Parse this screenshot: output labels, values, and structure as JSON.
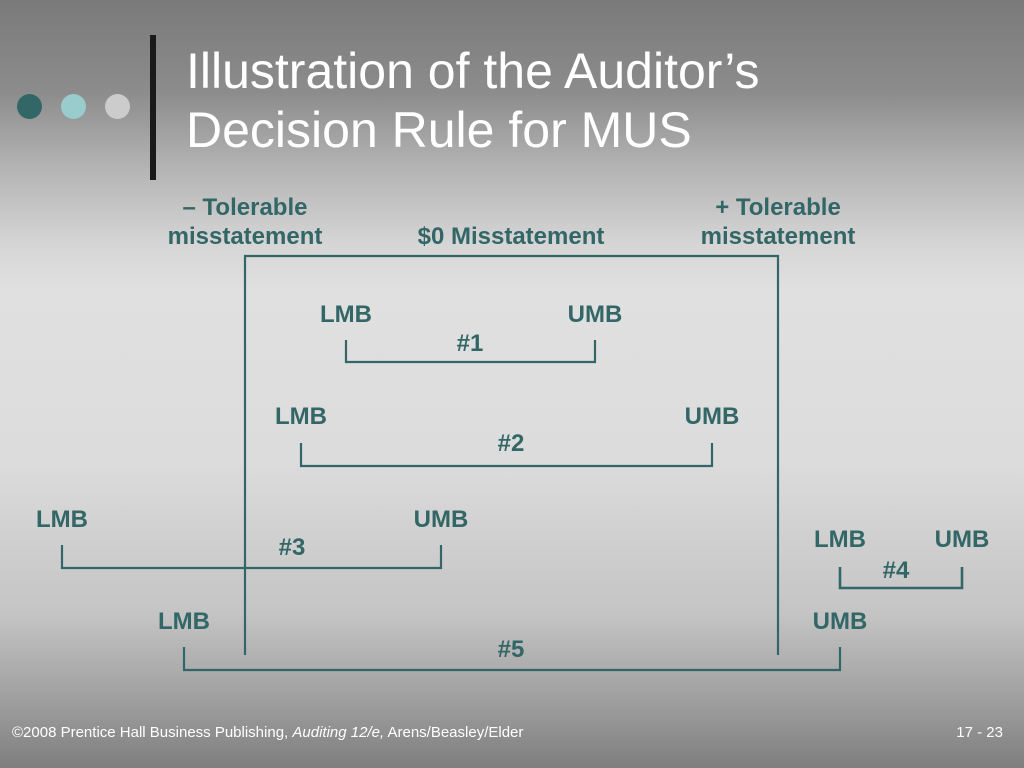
{
  "slide": {
    "title_line1": "Illustration of the Auditor’s",
    "title_line2": "Decision Rule for MUS"
  },
  "decor": {
    "dot_colors": [
      "#336666",
      "#99cccc",
      "#cccccc"
    ]
  },
  "colors": {
    "accent": "#336666",
    "title": "#ffffff"
  },
  "headers": {
    "minus_line1": "– Tolerable",
    "minus_line2": "misstatement",
    "zero": "$0 Misstatement",
    "plus_line1": "+ Tolerable",
    "plus_line2": "misstatement"
  },
  "cases": [
    {
      "id": "#1",
      "lower": "LMB",
      "upper": "UMB"
    },
    {
      "id": "#2",
      "lower": "LMB",
      "upper": "UMB"
    },
    {
      "id": "#3",
      "lower": "LMB",
      "upper": "UMB"
    },
    {
      "id": "#4",
      "lower": "LMB",
      "upper": "UMB"
    },
    {
      "id": "#5",
      "lower": "LMB",
      "upper": "UMB"
    }
  ],
  "footer": {
    "copyright": "©2008 Prentice Hall Business Publishing,",
    "book": "Auditing 12/e,",
    "authors": "Arens/Beasley/Elder",
    "page": "17 - 23"
  }
}
